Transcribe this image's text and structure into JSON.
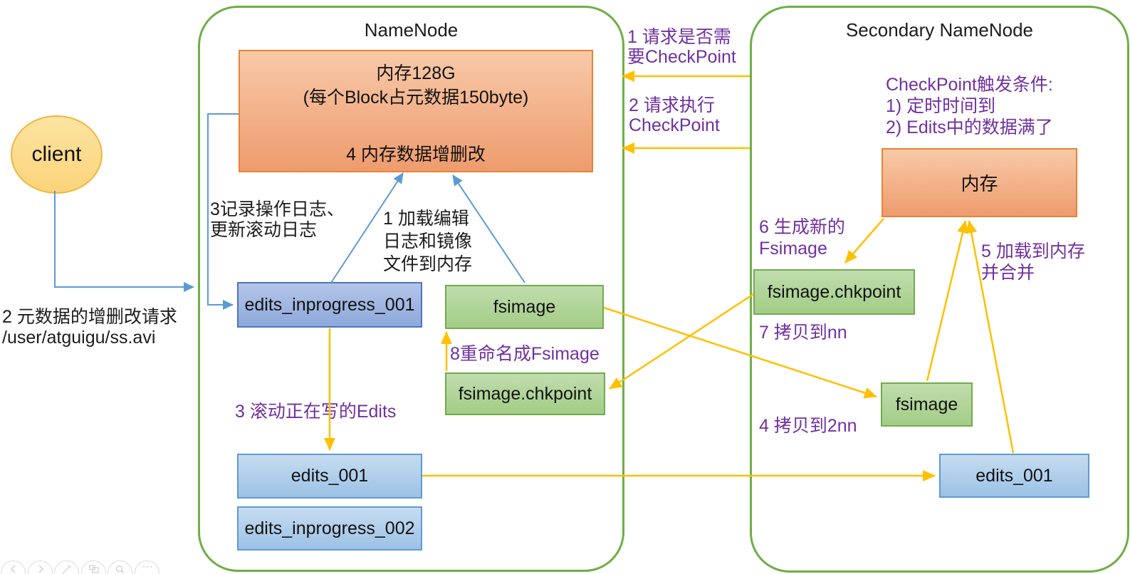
{
  "colors": {
    "container_border": "#70AD47",
    "yellow_arrow": "#FFC000",
    "blue_arrow": "#5B9BD5",
    "purple_text": "#7030A0",
    "orange_box_fill": "#F0A173",
    "orange_box_border": "#ED7D31",
    "green_box_fill": "#A9D18E",
    "green_box_border": "#70AD47",
    "blue_box_fill": "#9DC3E6",
    "blue_box_border": "#5B9BD5",
    "periwinkle_box_fill": "#8FAADC",
    "periwinkle_box_border": "#4472C4",
    "client_fill": "#FBD47A",
    "client_border": "#F0B63E"
  },
  "client": {
    "label": "client",
    "request_line1": "2 元数据的增删改请求",
    "request_line2": "/user/atguigu/ss.avi"
  },
  "namenode": {
    "title": "NameNode",
    "memory": {
      "line1": "内存128G",
      "line2": "(每个Block占元数据150byte)",
      "line3": "4 内存数据增删改"
    },
    "record_log_note": {
      "line1": "3记录操作日志、",
      "line2": "更新滚动日志"
    },
    "load_note": {
      "line1": "1 加载编辑",
      "line2": "日志和镜像",
      "line3": "文件到内存"
    },
    "edits_inprogress_001": "edits_inprogress_001",
    "fsimage": "fsimage",
    "rename_step": "8重命名成Fsimage",
    "fsimage_chkpoint": "fsimage.chkpoint",
    "roll_edits_step": "3 滚动正在写的Edits",
    "edits_001": "edits_001",
    "edits_inprogress_002": "edits_inprogress_002"
  },
  "checkpoint_requests": {
    "ask": {
      "line1": "1 请求是否需",
      "line2": "要CheckPoint"
    },
    "execute": {
      "line1": "2 请求执行",
      "line2": "CheckPoint"
    }
  },
  "secondary_namenode": {
    "title": "Secondary NameNode",
    "trigger_note": {
      "line1": "CheckPoint触发条件:",
      "line2": "1) 定时时间到",
      "line3": "2) Edits中的数据满了"
    },
    "memory": "内存",
    "generate_step": {
      "line1": "6 生成新的",
      "line2": "Fsimage"
    },
    "fsimage_chkpoint": "fsimage.chkpoint",
    "copy_to_nn_step": "7 拷贝到nn",
    "load_merge_step": {
      "line1": "5 加载到内存",
      "line2": "并合并"
    },
    "fsimage": "fsimage",
    "copy_to_2nn_step": "4 拷贝到2nn",
    "edits_001": "edits_001"
  },
  "toolbar": {
    "icons": [
      "previous-slide-icon",
      "next-slide-icon",
      "pen-icon",
      "slides-panel-icon",
      "zoom-icon",
      "more-icon"
    ]
  }
}
